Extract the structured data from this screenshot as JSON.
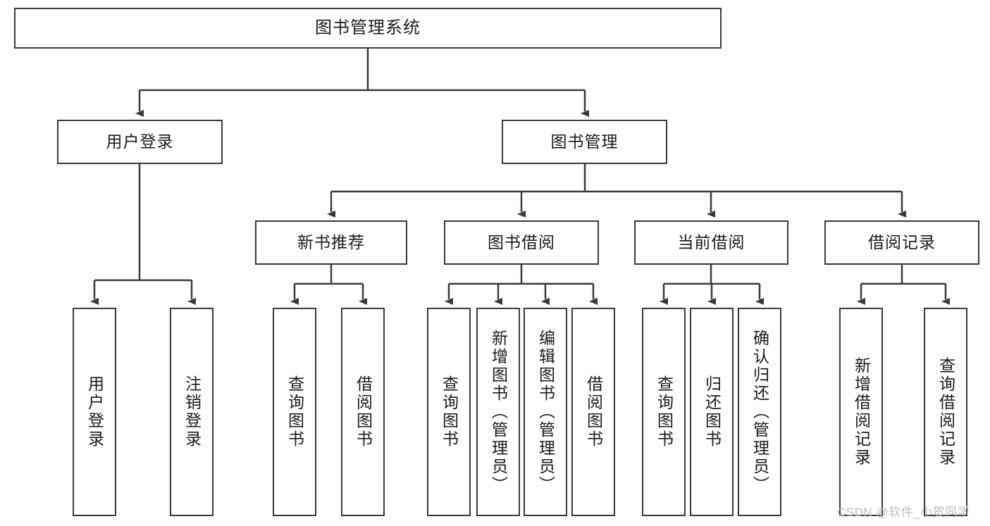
{
  "diagram": {
    "title_node": {
      "label": "图书管理系统"
    },
    "level1": [
      {
        "id": "user-login",
        "label": "用户登录"
      },
      {
        "id": "book-management",
        "label": "图书管理"
      }
    ],
    "level2": [
      {
        "id": "new-book-recommend",
        "label": "新书推荐"
      },
      {
        "id": "book-borrow",
        "label": "图书借阅"
      },
      {
        "id": "current-borrow",
        "label": "当前借阅"
      },
      {
        "id": "borrow-record",
        "label": "借阅记录"
      }
    ],
    "leaves": {
      "user_login": [
        {
          "id": "leaf-user-login",
          "label": "用户登录"
        },
        {
          "id": "leaf-logout-login",
          "label": "注销登录"
        }
      ],
      "new_book_recommend": [
        {
          "id": "leaf-query-book-1",
          "label": "查询图书"
        },
        {
          "id": "leaf-borrow-book-1",
          "label": "借阅图书"
        }
      ],
      "book_borrow": [
        {
          "id": "leaf-query-book-2",
          "label": "查询图书"
        },
        {
          "id": "leaf-add-book",
          "label": "新增图书（管理员）"
        },
        {
          "id": "leaf-edit-book",
          "label": "编辑图书（管理员）"
        },
        {
          "id": "leaf-borrow-book-2",
          "label": "借阅图书"
        }
      ],
      "current_borrow": [
        {
          "id": "leaf-query-book-3",
          "label": "查询图书"
        },
        {
          "id": "leaf-return-book",
          "label": "归还图书"
        },
        {
          "id": "leaf-confirm-return",
          "label": "确认归还（管理员）"
        }
      ],
      "borrow_record": [
        {
          "id": "leaf-add-record",
          "label": "新增借阅记录"
        },
        {
          "id": "leaf-query-record",
          "label": "查询借阅记录"
        }
      ]
    }
  },
  "watermark": {
    "text": "CSDN @软件_小贺同学"
  },
  "colors": {
    "box_border": "#3a3a3a",
    "box_fill": "#ffffff",
    "connector": "#3a3a3a",
    "text": "#1b1b1b",
    "watermark": "#bdbdbd"
  }
}
